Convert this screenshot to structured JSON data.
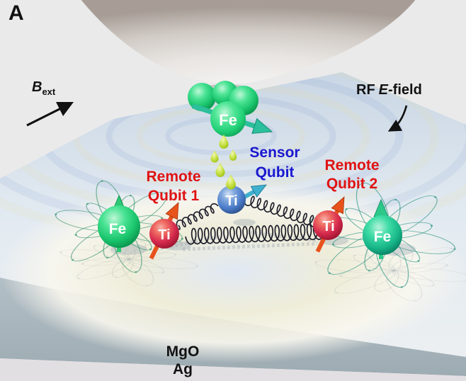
{
  "panel_label": "A",
  "labels": {
    "b_ext": {
      "base": "B",
      "sub": "ext"
    },
    "rf_field": {
      "pre": "RF",
      "em": "E",
      "post": "-field"
    },
    "remote_qubit_1": [
      "Remote",
      "Qubit 1"
    ],
    "sensor_qubit": [
      "Sensor",
      "Qubit"
    ],
    "remote_qubit_2": [
      "Remote",
      "Qubit 2"
    ],
    "layers": {
      "mgo": "MgO",
      "ag": "Ag"
    }
  },
  "atoms": {
    "tip_fe": "Fe",
    "surface_fe_left": "Fe",
    "surface_fe_right": "Fe",
    "remote_ti_left": "Ti",
    "sensor_ti": "Ti",
    "remote_ti_right": "Ti"
  },
  "colors": {
    "remote_qubit_label": "#e01212",
    "sensor_qubit_label": "#1a17cf",
    "annotation_text": "#111111",
    "fe_atom_green": "#2bd47f",
    "fe_atom_teal": "#30d69c",
    "ti_remote_atom": "#d62a4e",
    "ti_sensor_atom": "#4a7bc8",
    "droplet": "#c3dd35",
    "field_lines": "#2f9068",
    "spring": "#1c1c28",
    "mgo_layer": "#a6b3b9",
    "ag_layer": "#e2dfe2",
    "spin_arrow_red": "#e8531c",
    "spin_arrow_green": "#2bc873",
    "spin_arrow_cyan": "#3fb0cd",
    "tip_arrow_teal": "#2cbf9b"
  }
}
